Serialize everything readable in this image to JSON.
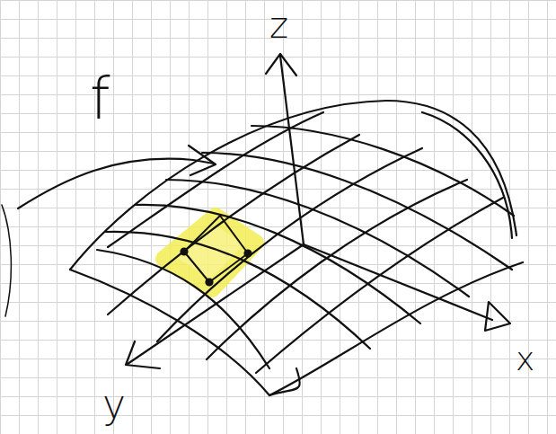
{
  "diagram": {
    "labels": [
      "z",
      "f",
      "x",
      "y"
    ]
  }
}
